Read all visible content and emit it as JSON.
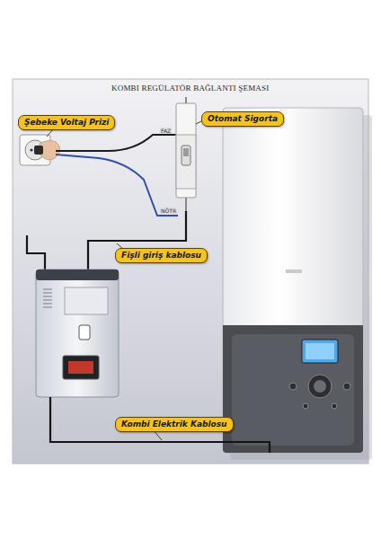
{
  "diagram": {
    "title": "KOMBI REGÜLATÖR BAĞLANTI ŞEMASI",
    "nodes": [
      {
        "text": [
          "Şebeke Voltaj Prizi"
        ]
      },
      {
        "text": [
          "Otomat Sigorta"
        ]
      },
      {
        "text": [
          "Fişli giriş kablosu"
        ]
      },
      {
        "text": [
          "Kombi Elektrik Kablosu"
        ]
      }
    ],
    "labels": [
      "FAZ",
      "NÖTR"
    ]
  }
}
